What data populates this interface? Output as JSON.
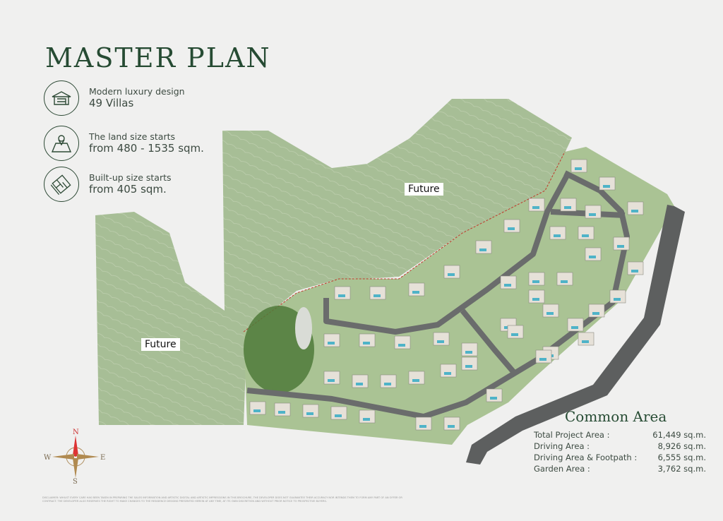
{
  "title": "MASTER PLAN",
  "features": [
    {
      "icon": "house-icon",
      "line1": "Modern luxury design",
      "line2": "49 Villas"
    },
    {
      "icon": "map-pin-icon",
      "line1": "The land size starts",
      "line2": "from 480 - 1535 sqm."
    },
    {
      "icon": "floor-plan-icon",
      "line1": "Built-up size starts",
      "line2": "from 405 sqm."
    }
  ],
  "map": {
    "future_labels": [
      "Future",
      "Future"
    ],
    "villa_count": 49,
    "colors": {
      "terrain": "#9db58a",
      "road": "#5d5f5f",
      "trees": "#4f7a3a",
      "boundary": "#c0392b"
    }
  },
  "compass": {
    "n": "N",
    "s": "S",
    "e": "E",
    "w": "W"
  },
  "common_area": {
    "title": "Common Area",
    "rows": [
      {
        "label": "Total Project Area :",
        "value": "61,449 sq.m."
      },
      {
        "label": "Driving Area :",
        "value": "8,926 sq.m."
      },
      {
        "label": "Driving Area & Footpath :",
        "value": "6,555 sq.m."
      },
      {
        "label": "Garden Area :",
        "value": "3,762 sq.m."
      }
    ]
  },
  "disclaimer": "DISCLAIMER: WHILST EVERY CARE HAS BEEN TAKEN IN PREPARING THE SALES INFORMATION AND ARTISTIC DIGITAL AND ARTISTIC IMPRESSIONS IN THIS BROCHURE, THE DEVELOPER DOES NOT GUARANTEE THEIR ACCURACY NOR INTENDS THEM TO FORM ANY PART OF AN OFFER OR CONTRACT. THE DEVELOPER ALSO RESERVES THE RIGHT TO MAKE CHANGES TO THE RESIDENCE DESIGNS PRESENTED HEREIN AT ANY TIME, AT ITS OWN DISCRETION AND WITHOUT PRIOR NOTICE TO PROSPECTIVE BUYERS."
}
